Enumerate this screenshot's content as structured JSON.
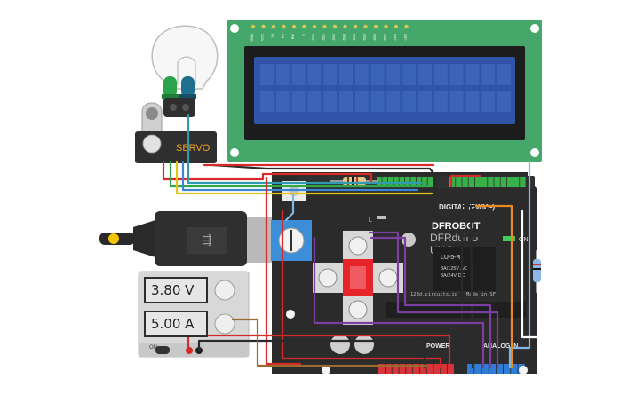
{
  "lcd": {
    "pins": [
      "GND",
      "VCC",
      "V0",
      "RS",
      "RW",
      "E",
      "DB0",
      "DB1",
      "DB2",
      "DB3",
      "DB4",
      "DB5",
      "DB6",
      "DB7",
      "LED",
      "LED"
    ],
    "backlight_color": "#2f54a8",
    "pcb_color": "#45a86a"
  },
  "servo": {
    "label": "SERVO"
  },
  "arduino": {
    "brand": "DFROBOT",
    "model_line1": "DFRduino",
    "model_line2": "UNO",
    "digital_label": "DIGITAL (PWM~)",
    "power_label": "POWER",
    "analog_label": "ANALOG IN",
    "on_label": "ON",
    "l_label": "L",
    "relay_model": "LU-5-R",
    "relay_rating1": "3A/125V AC",
    "relay_rating2": "3A/24V  DC",
    "credit": "123d.circuits.io - Made in SF"
  },
  "power_supply": {
    "voltage": "3.80 V",
    "current": "5.00 A",
    "switch_label": "ON"
  },
  "colors": {
    "board": "#2b2b2b",
    "header_green": "#37b04a",
    "header_blue": "#2f7dd6",
    "header_red": "#d9343a",
    "wire_red": "#d52b2b",
    "wire_green": "#2fa84a",
    "wire_yellow": "#e7c21a",
    "wire_blue": "#3a86d4",
    "wire_orange": "#e88a1c",
    "wire_purple": "#7a3fa0"
  }
}
